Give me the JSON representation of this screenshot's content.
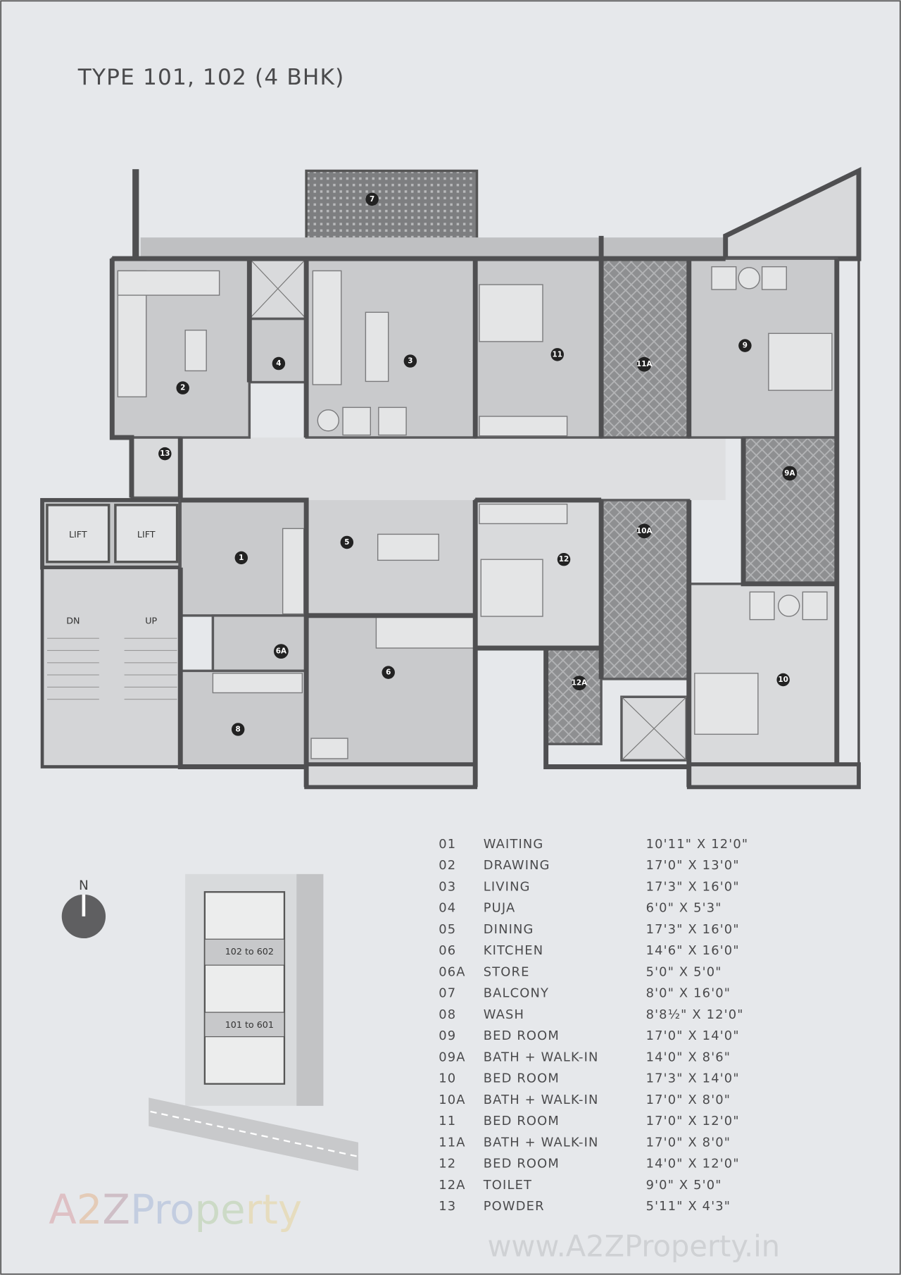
{
  "title": "TYPE 101, 102 (4 BHK)",
  "plan": {
    "markers": {
      "m1": "1",
      "m2": "2",
      "m3": "3",
      "m4": "4",
      "m5": "5",
      "m6": "6",
      "m6a": "6A",
      "m7": "7",
      "m8": "8",
      "m9": "9",
      "m9a": "9A",
      "m10": "10",
      "m10a": "10A",
      "m11": "11",
      "m11a": "11A",
      "m12": "12",
      "m12a": "12A",
      "m13": "13"
    },
    "lift_1": "LIFT",
    "lift_2": "LIFT",
    "stair_down": "DN",
    "stair_up": "UP"
  },
  "legend": [
    {
      "no": "01",
      "name": "WAITING",
      "size": "10'11\" X 12'0\""
    },
    {
      "no": "02",
      "name": "DRAWING",
      "size": "17'0\" X 13'0\""
    },
    {
      "no": "03",
      "name": "LIVING",
      "size": "17'3\" X 16'0\""
    },
    {
      "no": "04",
      "name": "PUJA",
      "size": "6'0\" X 5'3\""
    },
    {
      "no": "05",
      "name": "DINING",
      "size": "17'3\" X 16'0\""
    },
    {
      "no": "06",
      "name": "KITCHEN",
      "size": "14'6\" X 16'0\""
    },
    {
      "no": "06A",
      "name": "STORE",
      "size": "5'0\" X 5'0\""
    },
    {
      "no": "07",
      "name": "BALCONY",
      "size": "8'0\" X 16'0\""
    },
    {
      "no": "08",
      "name": "WASH",
      "size": "8'8½\" X 12'0\""
    },
    {
      "no": "09",
      "name": "BED ROOM",
      "size": "17'0\" X 14'0\""
    },
    {
      "no": "09A",
      "name": "BATH + WALK-IN",
      "size": "14'0\" X 8'6\""
    },
    {
      "no": "10",
      "name": "BED ROOM",
      "size": "17'3\" X 14'0\""
    },
    {
      "no": "10A",
      "name": "BATH + WALK-IN",
      "size": "17'0\" X 8'0\""
    },
    {
      "no": "11",
      "name": "BED ROOM",
      "size": "17'0\" X 12'0\""
    },
    {
      "no": "11A",
      "name": "BATH + WALK-IN",
      "size": "17'0\" X 8'0\""
    },
    {
      "no": "12",
      "name": "BED ROOM",
      "size": "14'0\" X 12'0\""
    },
    {
      "no": "12A",
      "name": "TOILET",
      "size": "9'0\" X 5'0\""
    },
    {
      "no": "13",
      "name": "POWDER",
      "size": "5'11\" X 4'3\""
    }
  ],
  "compass": {
    "label": "N"
  },
  "key_plan": {
    "upper_label": "102 to 602",
    "lower_label": "101 to 601"
  },
  "watermark": {
    "logo": "A2Z Property",
    "url": "www.A2ZProperty.in"
  },
  "colors": {
    "background": "#e6e8eb",
    "wall": "#4f4f51",
    "text": "#4a4a4c",
    "marker": "#222222"
  }
}
